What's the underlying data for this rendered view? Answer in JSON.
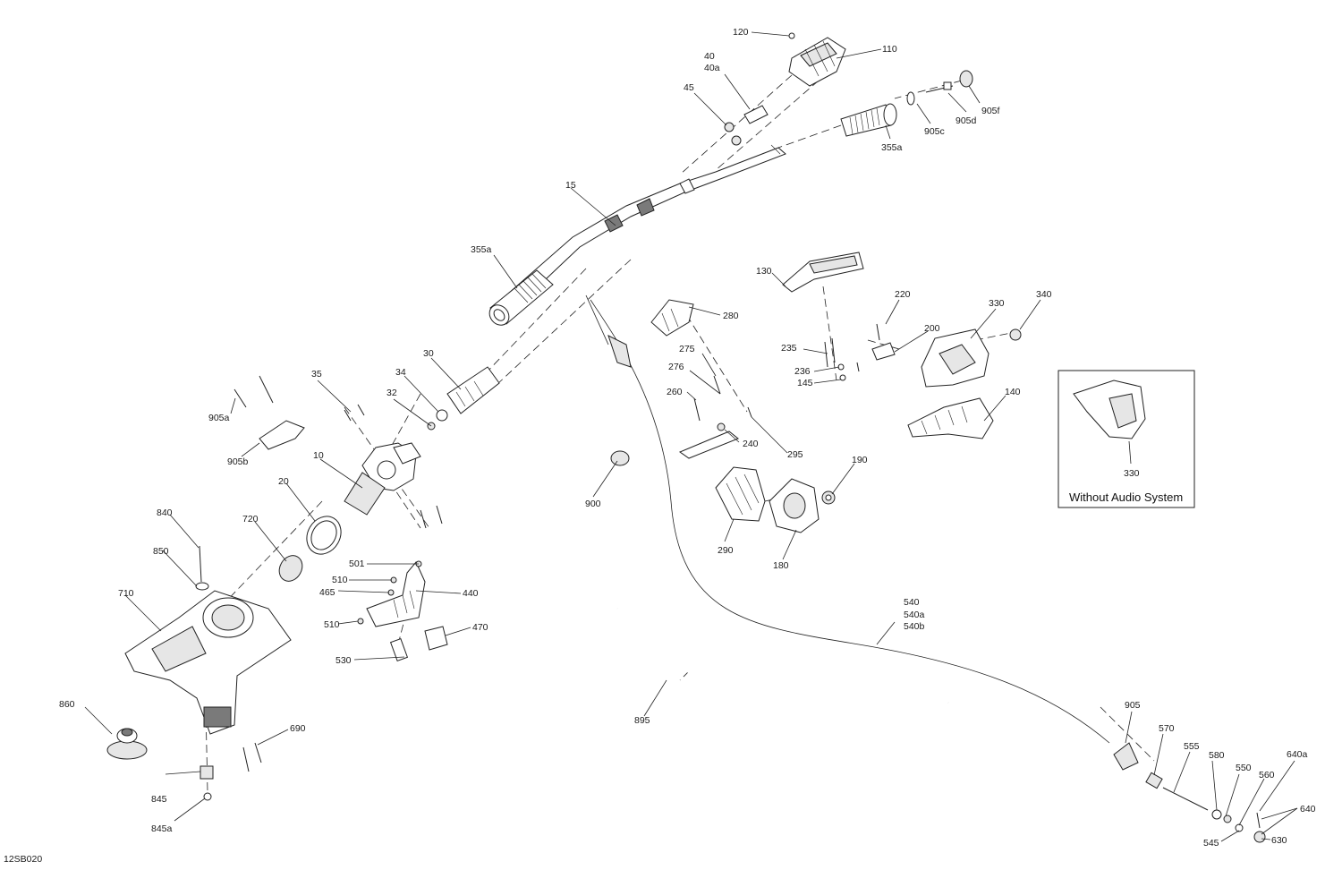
{
  "diagram_code": "12SB020",
  "inset": {
    "caption": "Without Audio System",
    "part_label": "330"
  },
  "labels": {
    "l120": "120",
    "l110": "110",
    "l40": "40",
    "l40a": "40a",
    "l45": "45",
    "l905f": "905f",
    "l905d": "905d",
    "l905c": "905c",
    "l355a_top": "355a",
    "l15": "15",
    "l355a_grip": "355a",
    "l130": "130",
    "l220": "220",
    "l330": "330",
    "l340": "340",
    "l280": "280",
    "l275": "275",
    "l276": "276",
    "l235": "235",
    "l200": "200",
    "l236": "236",
    "l145": "145",
    "l140": "140",
    "l260": "260",
    "l240": "240",
    "l295": "295",
    "l30": "30",
    "l34": "34",
    "l35": "35",
    "l32": "32",
    "l905a": "905a",
    "l905b": "905b",
    "l10": "10",
    "l190": "190",
    "l900": "900",
    "l290": "290",
    "l180": "180",
    "l20": "20",
    "l840": "840",
    "l720": "720",
    "l850": "850",
    "l501": "501",
    "l510a": "510",
    "l465": "465",
    "l440": "440",
    "l710": "710",
    "l510b": "510",
    "l470": "470",
    "l530": "530",
    "l540": "540",
    "l540a": "540a",
    "l540b": "540b",
    "l860": "860",
    "l690": "690",
    "l895": "895",
    "l905": "905",
    "l570": "570",
    "l555": "555",
    "l580": "580",
    "l550": "550",
    "l560": "560",
    "l640a": "640a",
    "l640": "640",
    "l845": "845",
    "l845a": "845a",
    "l545": "545",
    "l630": "630"
  }
}
